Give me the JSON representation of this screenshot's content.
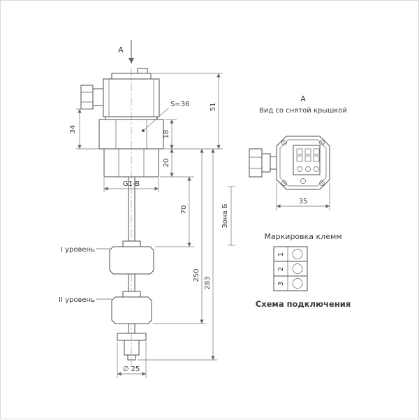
{
  "section_arrow": {
    "label": "А"
  },
  "dimensions": {
    "d34": "34",
    "d51": "51",
    "d18": "18",
    "d20": "20",
    "d70": "70",
    "d250": "250",
    "d283": "283",
    "s36": "S=36",
    "thread": "G1-B",
    "dia": "∅ 25"
  },
  "levels": {
    "level1": "I уровень",
    "level2": "II уровень"
  },
  "zone_label": "Зона Б",
  "view_a": {
    "title": "А",
    "subtitle": "Вид со снятой крышкой",
    "width_dim": "35"
  },
  "terminal_marking": {
    "title": "Маркировка клемм",
    "terminals": [
      "1",
      "2",
      "3"
    ]
  },
  "connection": {
    "title": "Схема подключения"
  },
  "colors": {
    "line": "#4d4d4d",
    "dim_line": "#737373",
    "text": "#3a3a3a"
  }
}
